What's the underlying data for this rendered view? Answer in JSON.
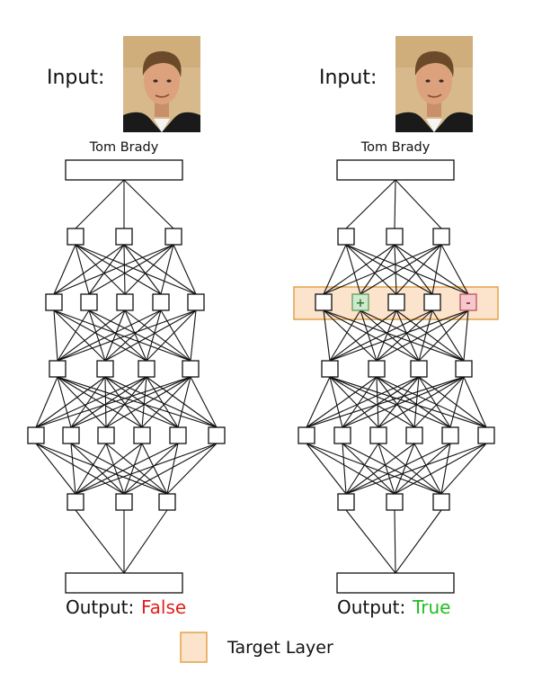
{
  "colors": {
    "false_color": "#e0201c",
    "true_color": "#1fbf1f",
    "target_fill": "#fbe3cc",
    "target_stroke": "#e3a24a",
    "plus_fill": "#cfe9cf",
    "plus_stroke": "#5aa05a",
    "minus_fill": "#f4c9cd",
    "minus_stroke": "#c0505a"
  },
  "diagram": {
    "panels": [
      {
        "input_label": "Input:",
        "name_label": "Tom Brady",
        "output_label": "Output:",
        "output_value": "False",
        "output_color": "#e0201c",
        "target_layer": null
      },
      {
        "input_label": "Input:",
        "name_label": "Tom Brady",
        "output_label": "Output:",
        "output_value": "True",
        "output_color": "#1fbf1f",
        "target_layer": {
          "layer_index": 1,
          "plus_node": 1,
          "minus_node": 4,
          "plus_symbol": "+",
          "minus_symbol": "-"
        }
      }
    ],
    "layer_sizes": [
      3,
      5,
      4,
      6,
      3
    ],
    "legend_label": "Target Layer"
  }
}
